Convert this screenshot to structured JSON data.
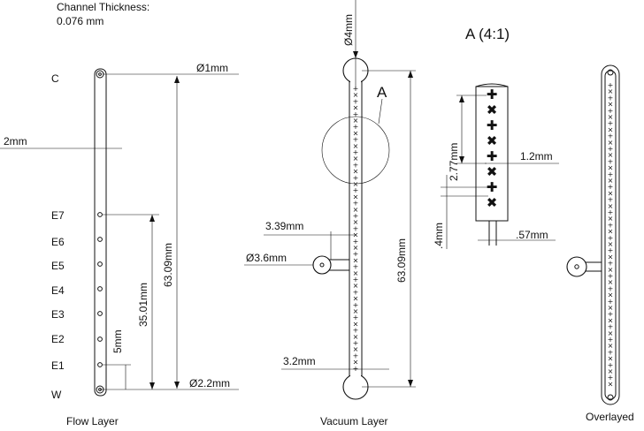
{
  "notes": {
    "thickness_title": "Channel Thickness:",
    "thickness_value": "0.076 mm"
  },
  "flow_layer": {
    "caption": "Flow Layer",
    "port_labels": [
      "C",
      "E7",
      "E6",
      "E5",
      "E4",
      "E3",
      "E2",
      "E1",
      "W"
    ],
    "dims": {
      "hole_top": "Ø1mm",
      "width": "2mm",
      "length": "63.09mm",
      "electrode_span": "35.01mm",
      "electrode_pitch": "5mm",
      "hole_bottom": "Ø2.2mm"
    }
  },
  "vacuum_layer": {
    "caption": "Vacuum Layer",
    "detail_callout": "A",
    "dims": {
      "top_port": "Ø4mm",
      "side_offset": "3.39mm",
      "side_port": "Ø3.6mm",
      "length": "63.09mm",
      "width": "3.2mm"
    }
  },
  "detail": {
    "title": "A (4:1)",
    "dims": {
      "pitch": "2.77mm",
      "width": "1.2mm",
      "gap": ".4mm",
      "post": ".57mm"
    }
  },
  "overlay": {
    "caption": "Overlayed"
  },
  "colors": {
    "line": "#111111",
    "background": "#ffffff"
  }
}
